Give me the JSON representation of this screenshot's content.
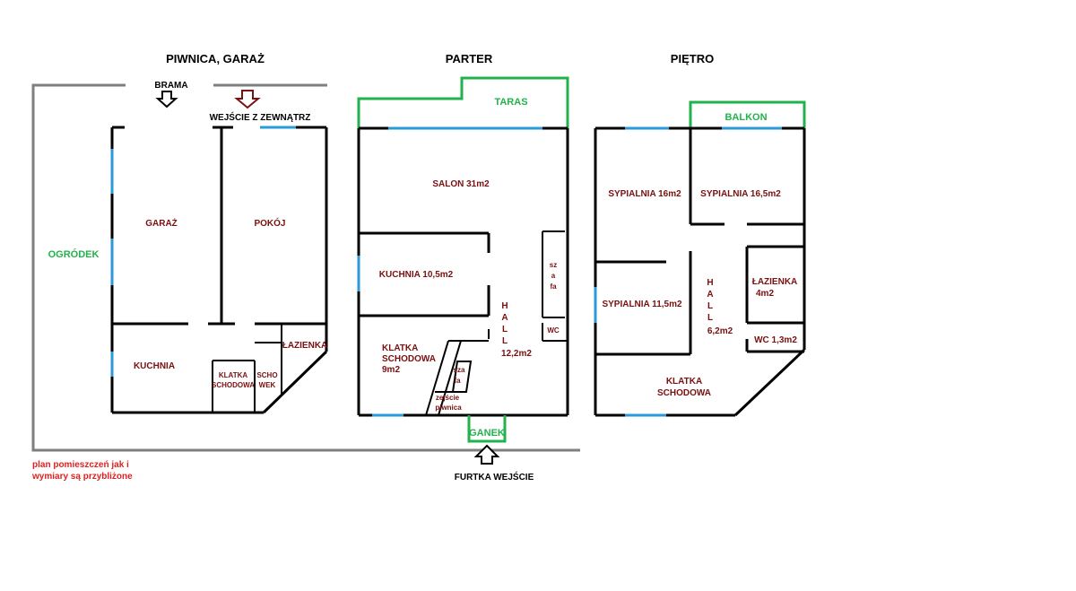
{
  "sections": {
    "basement": "PIWNICA, GARAŻ",
    "ground": "PARTER",
    "upper": "PIĘTRO"
  },
  "basement": {
    "gate": "BRAMA",
    "entrance": "WEJŚCIE Z ZEWNĄTRZ",
    "garden": "OGRÓDEK",
    "garage": "GARAŻ",
    "room": "POKÓJ",
    "kitchen": "KUCHNIA",
    "bathroom": "ŁAZIENKA",
    "stair_line1": "KLATKA",
    "stair_line2": "SCHODOWA",
    "storage_line1": "SCHO",
    "storage_line2": "WEK"
  },
  "ground": {
    "terrace": "TARAS",
    "living": "SALON 31m2",
    "kitchen": "KUCHNIA 10,5m2",
    "stair_line1": "KLATKA",
    "stair_line2": "SCHODOWA",
    "stair_line3": "9m2",
    "hall_letters": [
      "H",
      "A",
      "L",
      "L"
    ],
    "hall_area": "12,2m2",
    "wardrobe_letters": [
      "sz",
      "a",
      "fa"
    ],
    "wc": "WC",
    "wardrobe2_line1": "sza",
    "wardrobe2_line2": "fa",
    "cellar_line1": "zejście",
    "cellar_line2": "piwnica",
    "porch": "GANEK",
    "entry_gate": "FURTKA WEJŚCIE"
  },
  "upper": {
    "balcony": "BALKON",
    "bed1": "SYPIALNIA 16m2",
    "bed2": "SYPIALNIA 16,5m2",
    "bed3": "SYPIALNIA 11,5m2",
    "hall_letters": [
      "H",
      "A",
      "L",
      "L"
    ],
    "hall_area": "6,2m2",
    "bathroom_line1": "ŁAZIENKA",
    "bathroom_line2": "4m2",
    "wc": "WC 1,3m2",
    "stair_line1": "KLATKA",
    "stair_line2": "SCHODOWA"
  },
  "note": {
    "line1": "plan pomieszczeń jak i",
    "line2": "wymiary są przybliżone"
  },
  "colors": {
    "wall": "#000000",
    "window": "#2a9ad8",
    "outdoor": "#22b24c",
    "fence": "#7f7f7f",
    "room_text": "#7a1010",
    "note_text": "#e02020"
  }
}
